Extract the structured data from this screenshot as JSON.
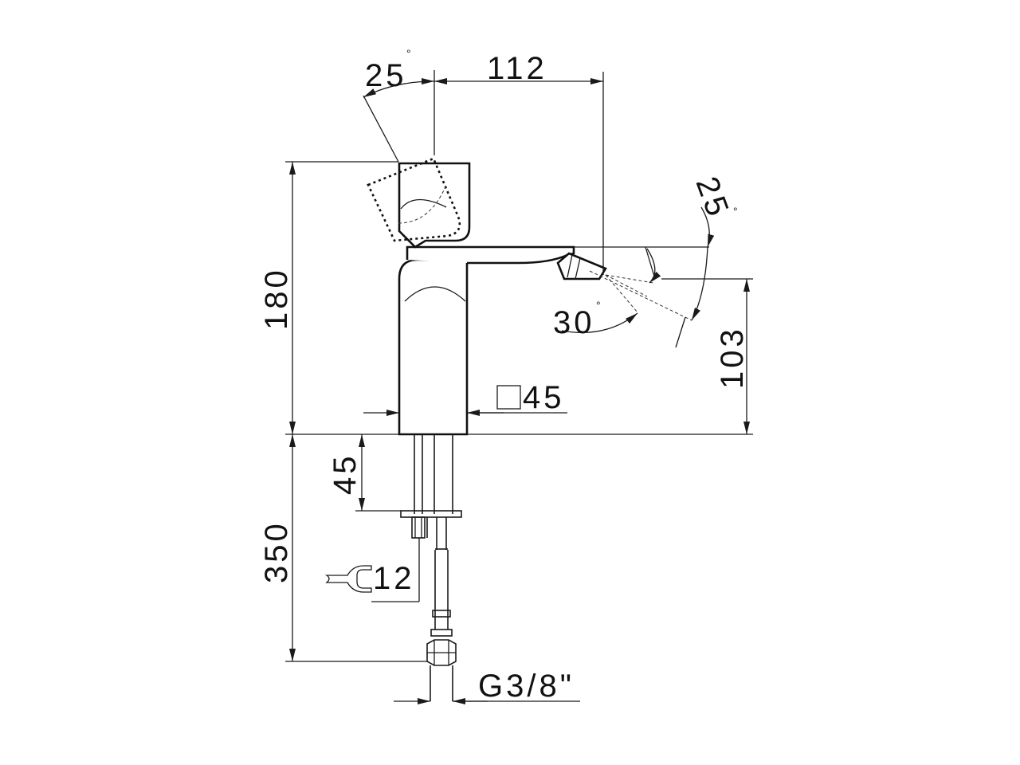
{
  "dimensions": {
    "handle_angle": "25",
    "spout_tilt_angle": "25",
    "spray_angle": "30",
    "spout_reach": "112",
    "total_height": "180",
    "spout_height": "103",
    "body_section": "45",
    "shank_length": "45",
    "hose_length": "350",
    "wrench_size": "12",
    "connection": "G3/8\""
  },
  "symbols": {
    "degree": "°",
    "square_section": "square-section-icon",
    "wrench": "wrench-icon"
  }
}
